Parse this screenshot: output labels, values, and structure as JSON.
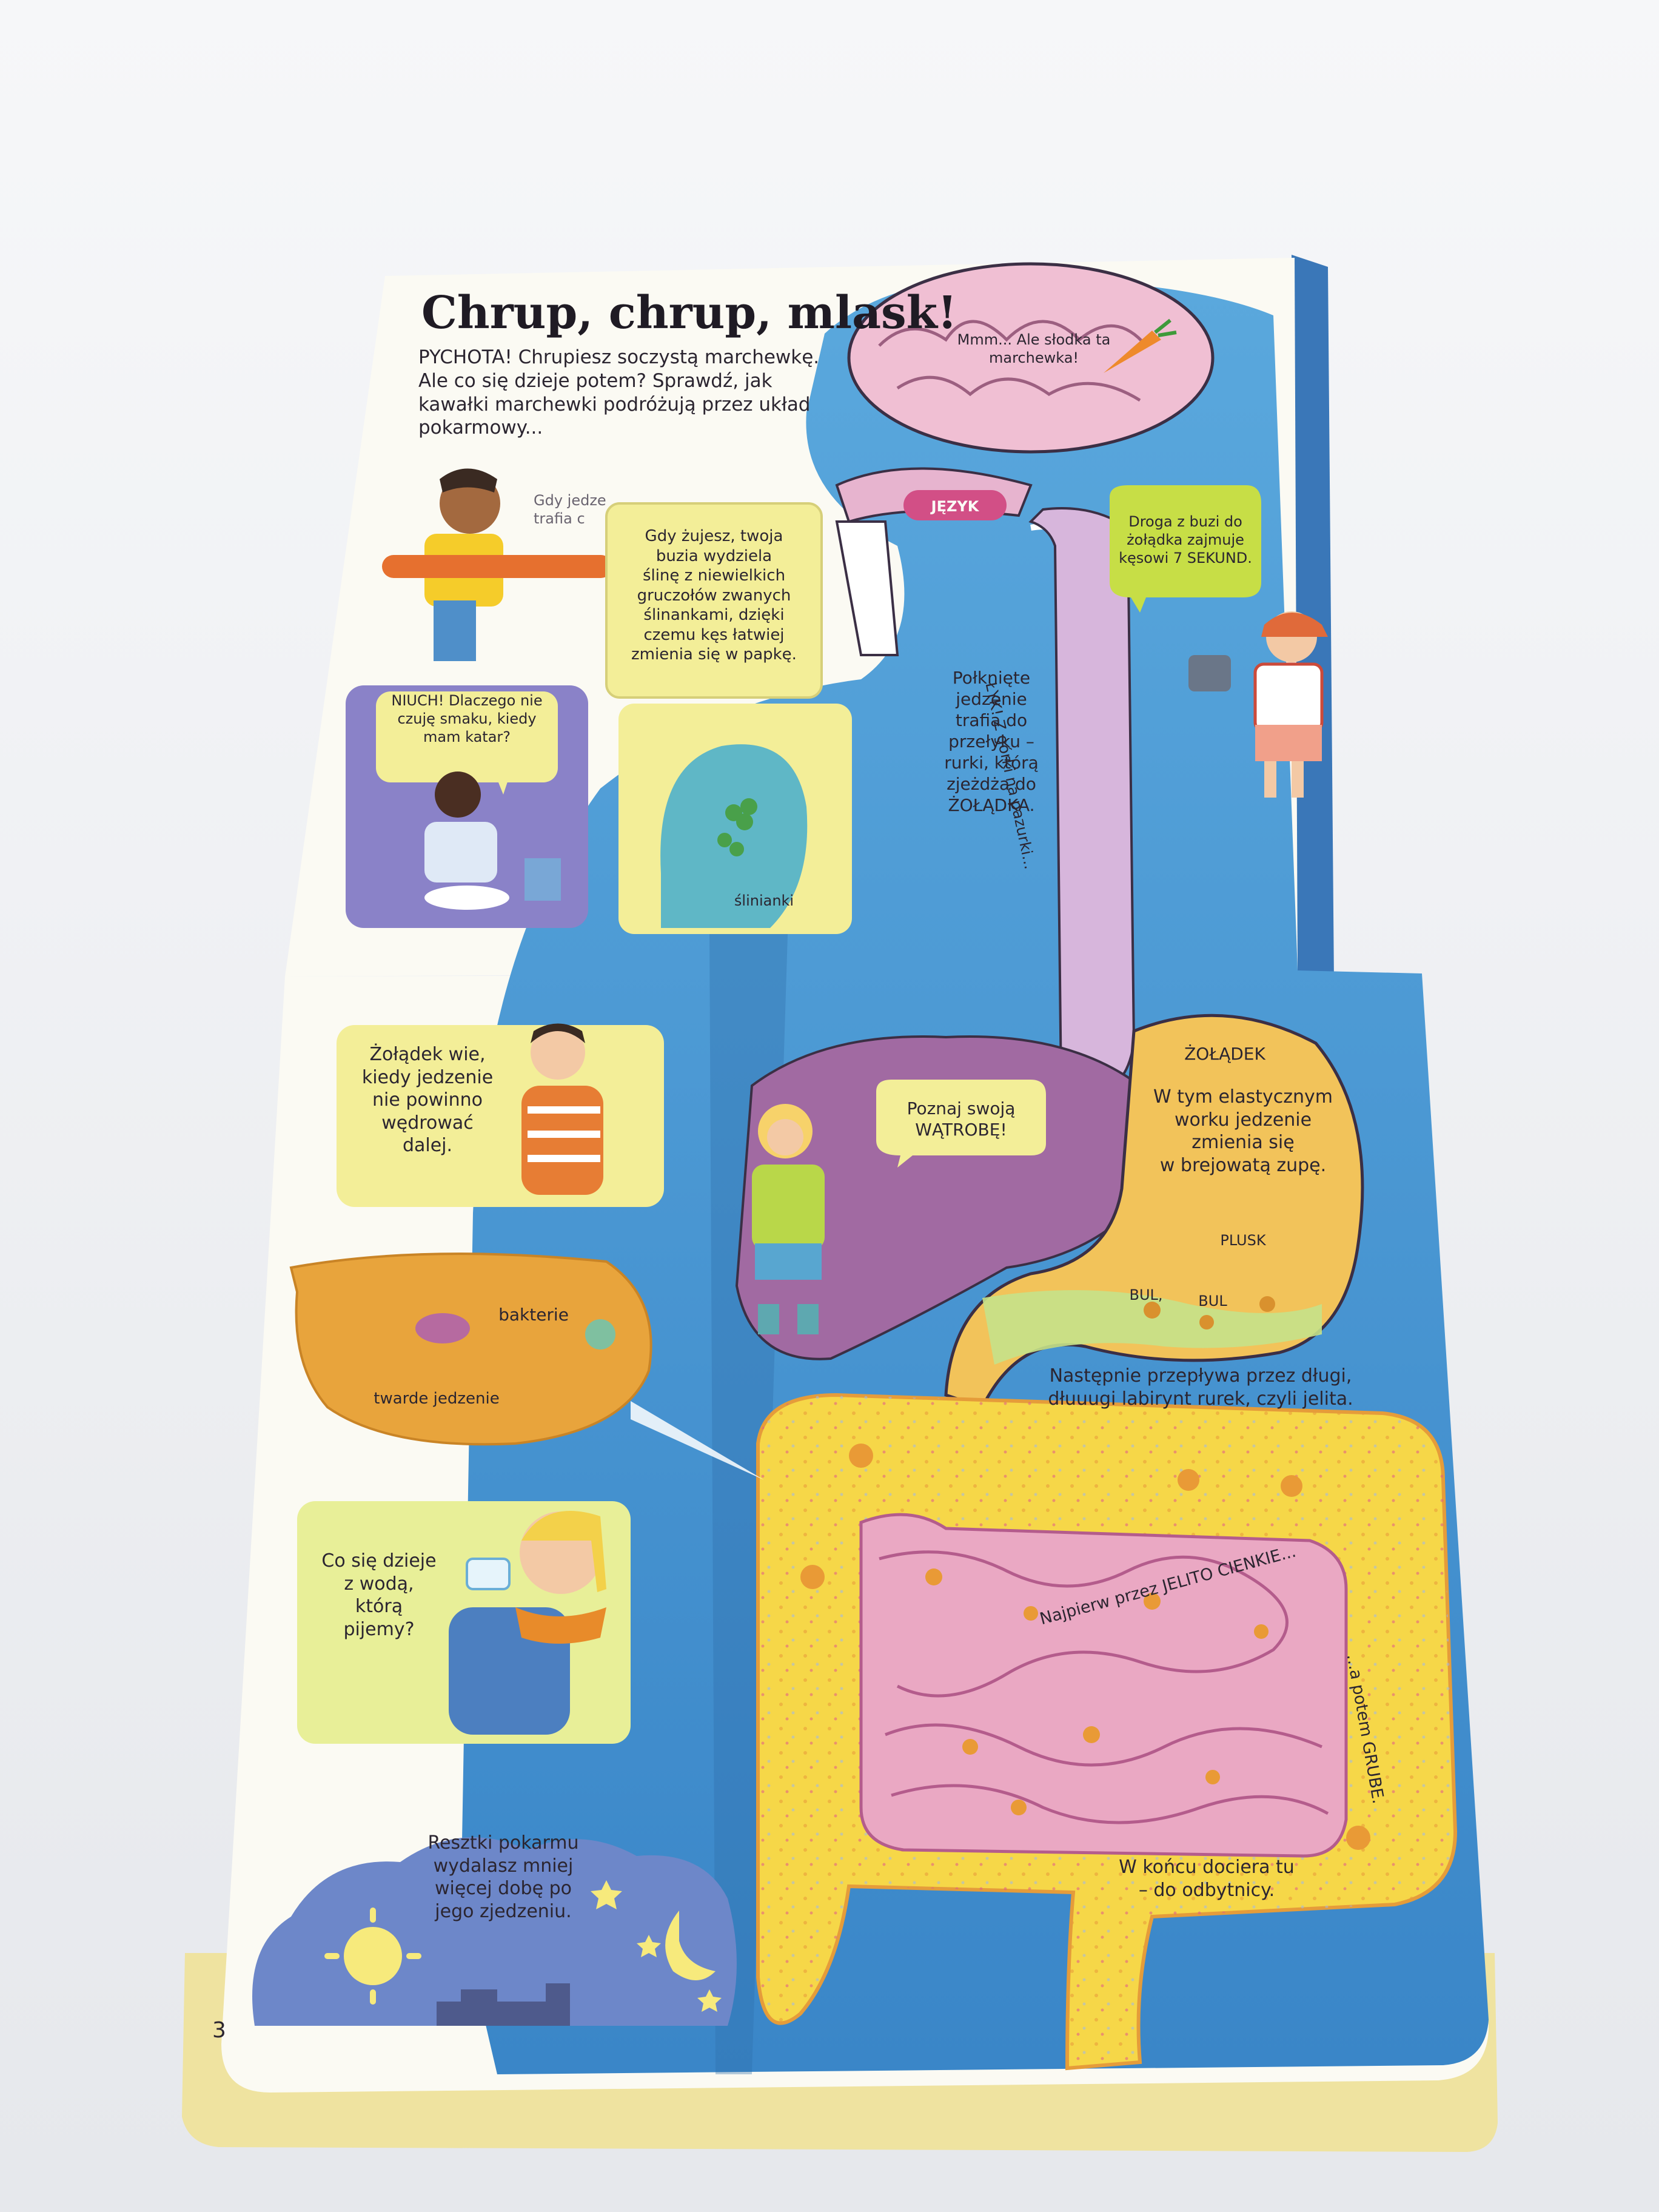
{
  "title": "Chrup, chrup, mlask!",
  "intro": "PYCHOTA! Chrupiesz soczystą marchewkę.\nAle co się dzieje potem? Sprawdź, jak\nkawałki marchewki podróżują przez układ\npokarmowy...",
  "brain_bubble": "Mmm... Ale słodka ta\nmarchewka!",
  "tongue_label": "JĘZYK",
  "throat_callout": "ŁYK! Z górki na pazurki...",
  "timer_bubble": "Droga z buzi do\nżołądka zajmuje\nkęsowi 7 SEKUND.",
  "flap_text": "Gdy żujesz, twoja\nbuzia wydziela\nślinę z niewielkich\ngruczołów zwanych\nślinankami, dzięki\nczemu kęs łatwiej\nzmienia się w papkę.",
  "glands_label": "ślinianki",
  "partial_caption": "Gdy jedze\ntrafia c",
  "cold_bubble": "NIUCH! Dlaczego nie\nczuję smaku, kiedy\nmam katar?",
  "esophagus_text": "Połknięte\njedzenie\ntrafia do\nprzełyku –\nrurki, którą\nzjeżdża do\nŻOŁĄDKA.",
  "stomach_flap": "Żołądek wie,\nkiedy jedzenie\nnie powinno\nwędrować\ndalej.",
  "liver_bubble": "Poznaj swoją\nWĄTROBĘ!",
  "stomach_title": "ŻOŁĄDEK",
  "stomach_text": "W tym elastycznym\nworku jedzenie\nzmienia się\nw brejowatą zupę.",
  "sound_plusk": "PLUSK",
  "sound_bul1": "BUL,",
  "sound_bul2": "BUL",
  "bacteria_label": "bakterie",
  "hard_food_label": "twarde jedzenie",
  "intestines_text": "Następnie przepływa przez długi,\ndłuuugi labirynt rurek, czyli jelita.",
  "small_intestine": "Najpierw przez JELITO CIENKIE...",
  "large_intestine": "...a potem GRUBE.",
  "rectum_text": "W końcu dociera tu\n– do odbytnicy.",
  "water_flap": "Co się dzieje\nz wodą,\nktórą\npijemy?",
  "night_text": "Resztki pokarmu\nwydalasz mniej\nwięcej dobę po\njego zjedzeniu.",
  "page_number": "3",
  "colors": {
    "body_blue": "#3f9bd6",
    "page": "#fbfaf3",
    "stomach": "#f2c35a",
    "esophagus": "#d7b6dc",
    "liver": "#a16aa2",
    "large_intestine": "#f6d748",
    "small_intestine": "#eaa8c3",
    "flap_yellow": "#f3ee98",
    "cover": "#f3e7a1"
  }
}
